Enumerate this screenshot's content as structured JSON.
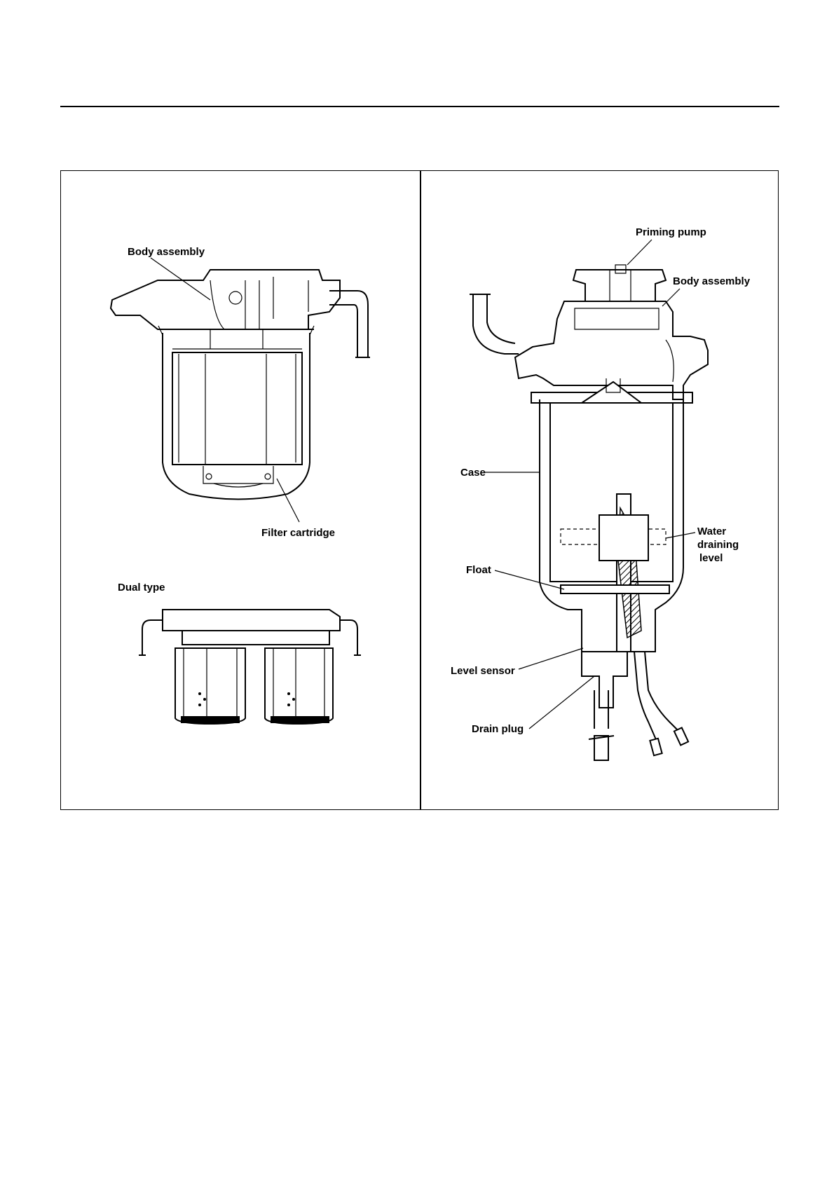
{
  "left_panel": {
    "single": {
      "body_assembly": "Body assembly",
      "filter_cartridge": "Filter cartridge"
    },
    "dual": {
      "title": "Dual type"
    }
  },
  "right_panel": {
    "priming_pump": "Priming pump",
    "body_assembly": "Body assembly",
    "case": "Case",
    "water_draining_level": [
      "Water",
      "draining",
      "level"
    ],
    "float": "Float",
    "level_sensor": "Level sensor",
    "drain_plug": "Drain plug"
  }
}
